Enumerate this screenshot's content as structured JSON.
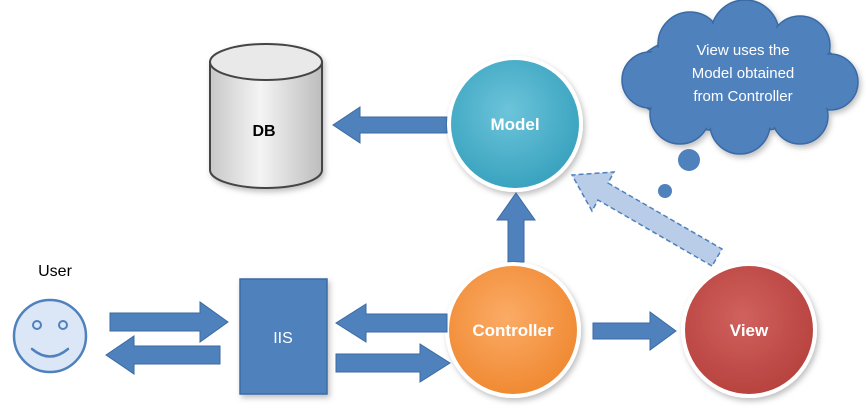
{
  "nodes": {
    "db": {
      "label": "DB"
    },
    "model": {
      "label": "Model"
    },
    "controller": {
      "label": "Controller"
    },
    "view": {
      "label": "View"
    },
    "iis": {
      "label": "IIS"
    },
    "user": {
      "label": "User"
    }
  },
  "callout": {
    "lines": [
      "View uses the",
      "Model obtained",
      "from Controller"
    ]
  },
  "colors": {
    "arrow": "#4f81bd",
    "model": "#4bacc6",
    "controller": "#f79646",
    "view": "#c0504d",
    "iis": "#4f81bd",
    "user_fill": "#dbe7f6",
    "cloud": "#4f81bd",
    "dashed_arrow": "#b9cde8"
  }
}
